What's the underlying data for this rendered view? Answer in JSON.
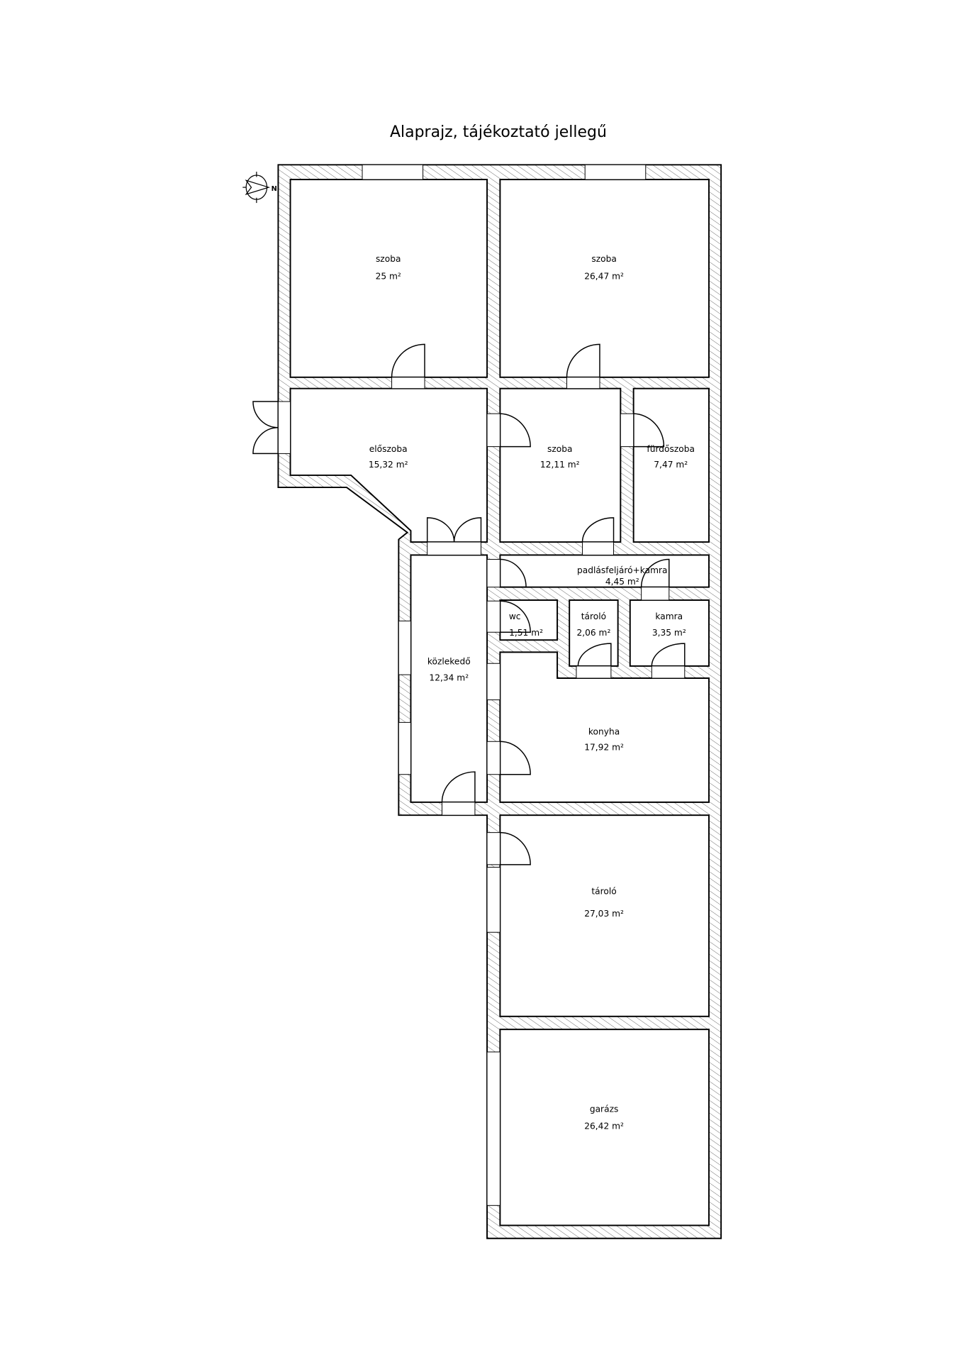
{
  "title": "Alaprajz, tájékoztató jellegű",
  "compass": {
    "label": "N",
    "icon": "north-arrow-icon"
  },
  "rooms": [
    {
      "name": "szoba",
      "area": "25 m²"
    },
    {
      "name": "szoba",
      "area": "26,47 m²"
    },
    {
      "name": "előszoba",
      "area": "15,32 m²"
    },
    {
      "name": "szoba",
      "area": "12,11 m²"
    },
    {
      "name": "fürdőszoba",
      "area": "7,47 m²"
    },
    {
      "name": "padlásfeljáró+kamra",
      "area": "4,45 m²"
    },
    {
      "name": "wc",
      "area": "1,51 m²"
    },
    {
      "name": "tároló",
      "area": "2,06 m²"
    },
    {
      "name": "kamra",
      "area": "3,35 m²"
    },
    {
      "name": "közlekedő",
      "area": "12,34 m²"
    },
    {
      "name": "konyha",
      "area": "17,92 m²"
    },
    {
      "name": "tároló",
      "area": "27,03 m²"
    },
    {
      "name": "garázs",
      "area": "26,42 m²"
    }
  ],
  "colors": {
    "wall_hatch": "#555555",
    "line": "#000000"
  }
}
